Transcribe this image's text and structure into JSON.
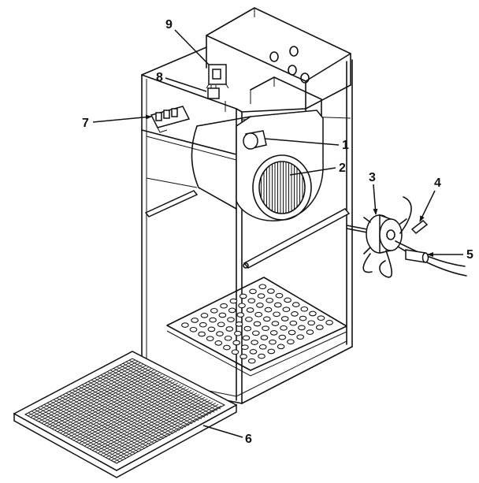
{
  "callouts": [
    "9",
    "8",
    "7",
    "1",
    "2",
    "3",
    "4",
    "5",
    "6"
  ]
}
